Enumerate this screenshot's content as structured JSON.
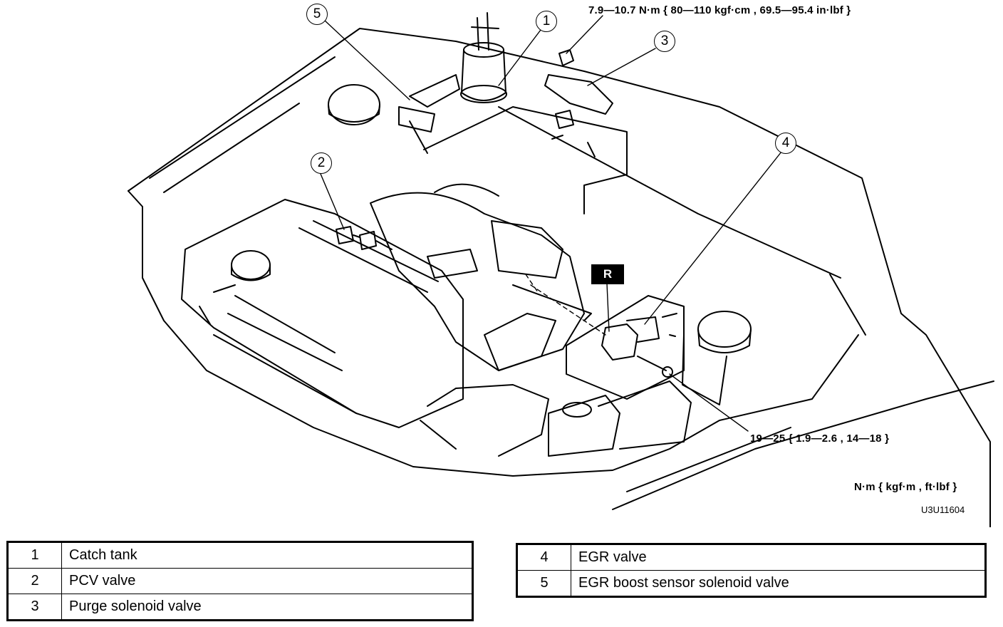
{
  "figure": {
    "torque_spec_top": "7.9—10.7 N·m { 80—110 kgf·cm , 69.5—95.4 in·lbf }",
    "torque_spec_bottom": "19—25 { 1.9—2.6 , 14—18 }",
    "units_note": "N·m { kgf·m , ft·lbf }",
    "figure_id": "U3U11604",
    "r_badge": "R",
    "callouts": [
      "1",
      "2",
      "3",
      "4",
      "5"
    ]
  },
  "legend_left": [
    {
      "num": "1",
      "name": "Catch tank"
    },
    {
      "num": "2",
      "name": "PCV valve"
    },
    {
      "num": "3",
      "name": "Purge solenoid valve"
    }
  ],
  "legend_right": [
    {
      "num": "4",
      "name": "EGR valve"
    },
    {
      "num": "5",
      "name": "EGR boost sensor solenoid valve"
    }
  ]
}
